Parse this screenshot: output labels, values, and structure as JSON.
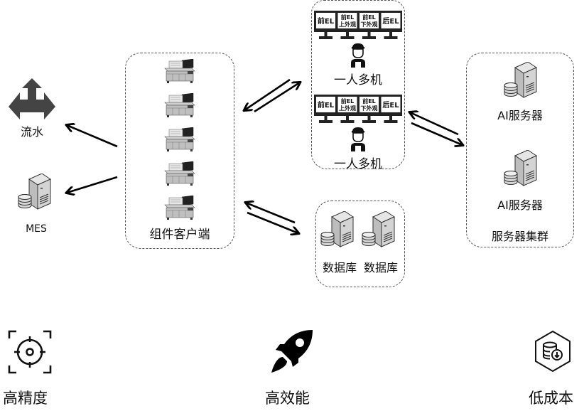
{
  "diagram": {
    "left_targets": [
      {
        "id": "flow",
        "label": "流水",
        "icon": "three-way-arrow-icon"
      },
      {
        "id": "mes",
        "label": "MES",
        "icon": "server-database-icon"
      }
    ],
    "client_group": {
      "label": "组件客户端",
      "machine_count": 5,
      "machine_icon": "el-tester-machine-icon"
    },
    "operator_group": {
      "stations": [
        {
          "screens": [
            {
              "line1": "前EL",
              "line2": ""
            },
            {
              "line1": "前EL",
              "line2": "上外观"
            },
            {
              "line1": "前EL",
              "line2": "下外观"
            },
            {
              "line1": "后EL",
              "line2": ""
            }
          ],
          "label": "一人多机",
          "icon": "operator-icon"
        },
        {
          "screens": [
            {
              "line1": "前EL",
              "line2": ""
            },
            {
              "line1": "前EL",
              "line2": "上外观"
            },
            {
              "line1": "前EL",
              "line2": "下外观"
            },
            {
              "line1": "后EL",
              "line2": ""
            }
          ],
          "label": "一人多机",
          "icon": "operator-icon"
        }
      ]
    },
    "database_group": {
      "items": [
        {
          "label": "数据库",
          "icon": "server-database-icon"
        },
        {
          "label": "数据库",
          "icon": "server-database-icon"
        }
      ]
    },
    "server_cluster": {
      "items": [
        {
          "label": "AI服务器",
          "icon": "server-database-icon"
        },
        {
          "label": "AI服务器",
          "icon": "server-database-icon"
        }
      ],
      "label": "服务器集群"
    },
    "connections": [
      {
        "from": "client_group",
        "to": "flow",
        "direction": "one-way"
      },
      {
        "from": "client_group",
        "to": "mes",
        "direction": "one-way"
      },
      {
        "from": "client_group",
        "to": "operator_group",
        "direction": "two-way"
      },
      {
        "from": "client_group",
        "to": "database_group",
        "direction": "two-way"
      },
      {
        "from": "operator_group",
        "to": "server_cluster",
        "direction": "two-way"
      }
    ]
  },
  "features": [
    {
      "label": "高精度",
      "icon": "target-crosshair-icon"
    },
    {
      "label": "高效能",
      "icon": "rocket-icon"
    },
    {
      "label": "低成本",
      "icon": "hexagon-database-icon"
    }
  ]
}
